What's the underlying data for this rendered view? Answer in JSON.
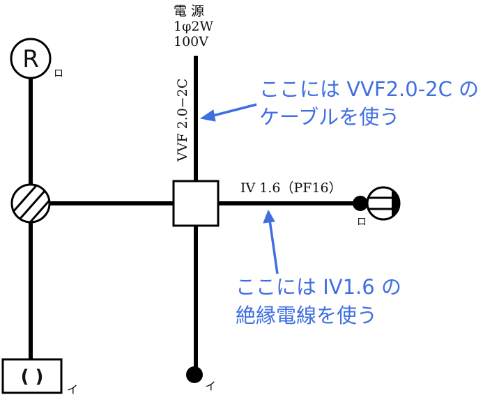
{
  "power_source": {
    "line1": "電 源",
    "line2": "1φ2W",
    "line3": "100V"
  },
  "labels": {
    "vvf_cable": "VVF 2.0−2C",
    "iv_wire": "IV 1.6（PF16）",
    "r_symbol": "R",
    "switch_ro_near_r": "ロ",
    "switch_ro_outlet": "ロ",
    "switch_i_bottom": "イ",
    "switch_i_fixture": "イ",
    "fixture_symbol": "( )"
  },
  "annotations": {
    "vvf_note_line1": "ここには VVF2.0-2C の",
    "vvf_note_line2": "ケーブルを使う",
    "iv_note_line1": "ここには IV1.6 の",
    "iv_note_line2": "絶縁電線を使う"
  },
  "colors": {
    "annotation": "#3f6fe0",
    "wire": "#000000"
  }
}
